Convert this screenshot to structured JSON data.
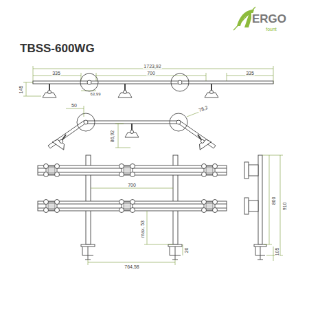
{
  "diagram": {
    "title": "TBSS-600WG",
    "labels": [
      "ERGO",
      "fount",
      "1723,92",
      "335",
      "700",
      "335",
      "145",
      "63,99",
      "50",
      "78,2",
      "86,92",
      "700",
      "max. 53",
      "20",
      "764,58",
      "800",
      "910",
      "105"
    ]
  }
}
